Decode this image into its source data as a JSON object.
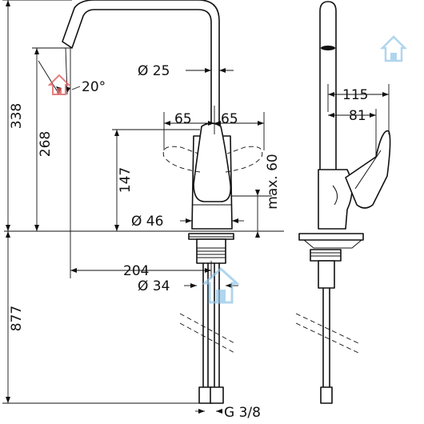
{
  "dimensions": {
    "total_height": "338",
    "spout_height": "268",
    "lever_height": "147",
    "below_counter": "877",
    "spout_angle": "20°",
    "spout_diameter": "Ø 25",
    "lever_left": "65",
    "lever_right": "65",
    "body_diameter": "Ø 46",
    "lever_travel": "max. 60",
    "spout_reach": "204",
    "mount_diameter": "Ø 34",
    "connection_thread": "G 3/8",
    "side_depth_total": "115",
    "side_depth_lever": "81"
  },
  "colors": {
    "line": "#111111",
    "watermark_red": "#e06060",
    "watermark_blue": "#8fc4e8"
  },
  "icons": {
    "watermark": "house-icon"
  }
}
